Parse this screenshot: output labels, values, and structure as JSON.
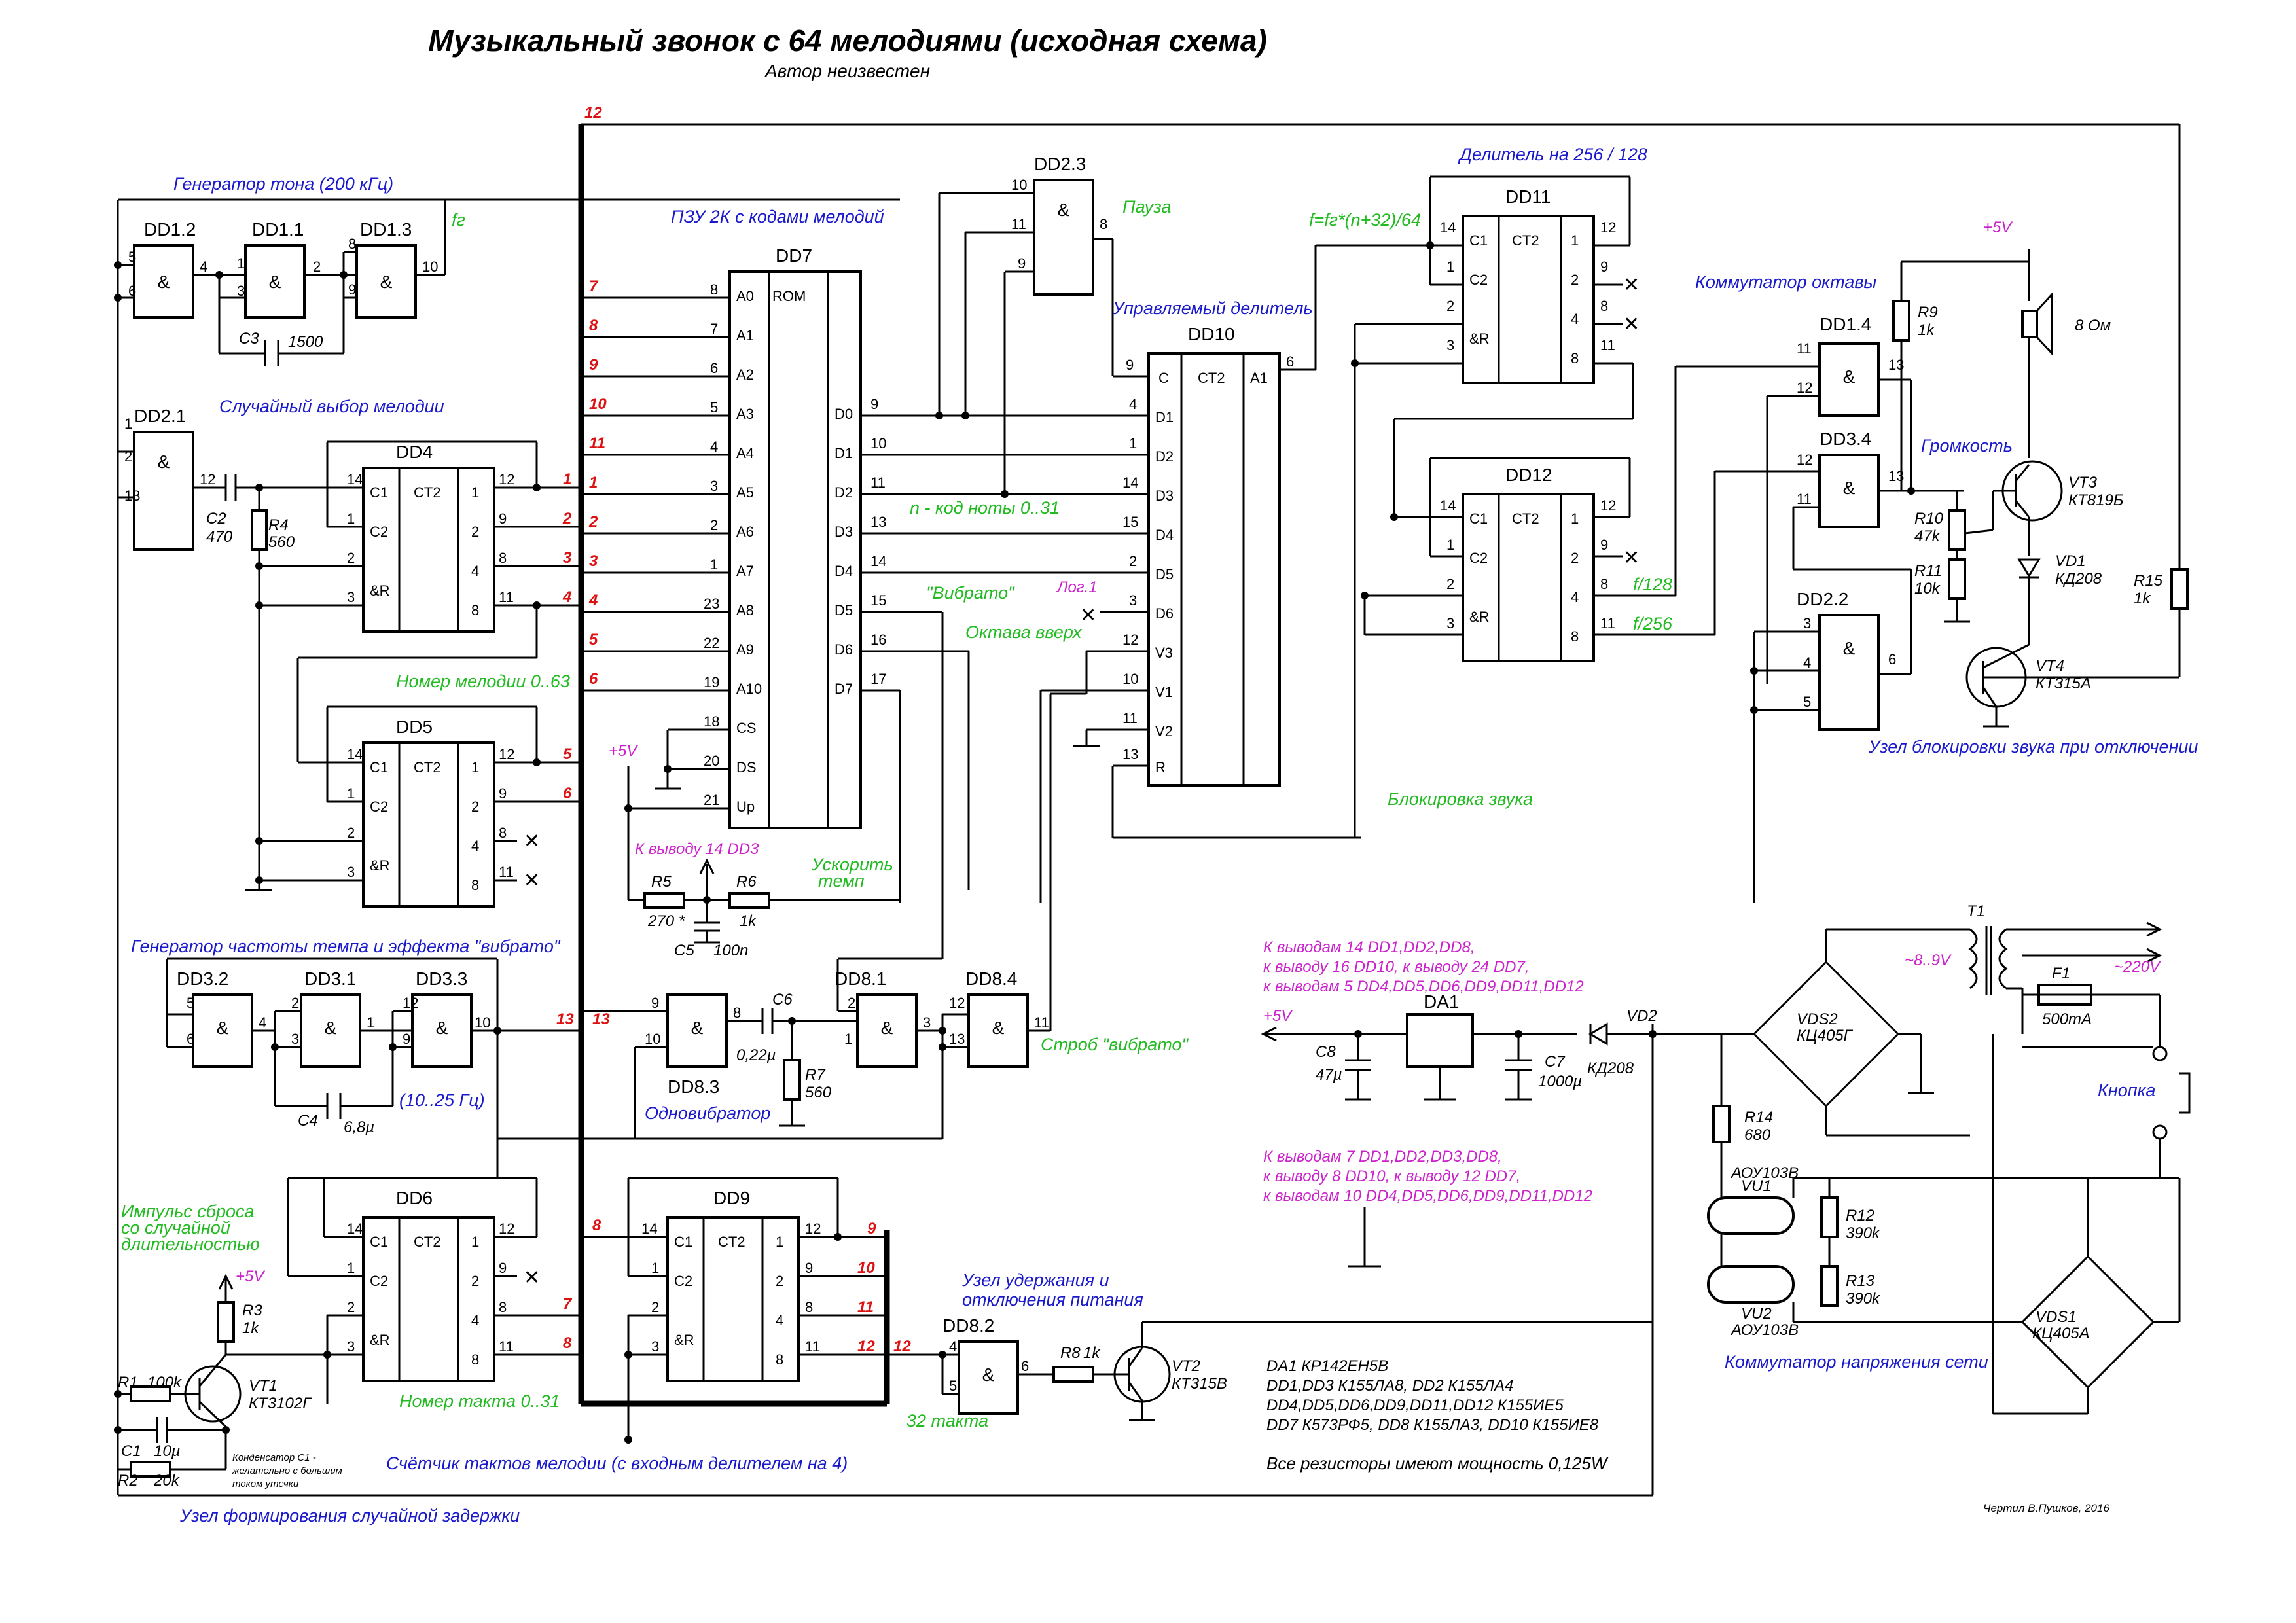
{
  "title": "Музыкальный звонок с 64 мелодиями (исходная схема)",
  "subtitle": "Автор неизвестен",
  "blocks": {
    "tone_gen": "Генератор тона (200 кГц)",
    "random_melody": "Случайный выбор мелодии",
    "rom": "ПЗУ 2К с кодами мелодий",
    "melody_num": "Номер мелодии 0..63",
    "tempo_gen": "Генератор частоты темпа и эффекта \"вибрато\"",
    "tempo_range": "(10..25 Гц)",
    "oneshot": "Одновибратор",
    "reset_pulse": [
      "Импульс сброса",
      "со случайной",
      "длительностью"
    ],
    "beat_num": "Номер такта 0..31",
    "beat_counter": "Счётчик тактов мелодии (с входным делителем на 4)",
    "random_delay": "Узел формирования случайной задержки",
    "hold_node": [
      "Узел удержания и",
      "отключения питания"
    ],
    "beats32": "32 такта",
    "vibrato_strobe": "Строб \"вибрато\"",
    "speedup": [
      "Ускорить",
      "темп"
    ],
    "to_pin14_dd3": "К выводу 14  DD3",
    "pause": "Пауза",
    "controlled_divider": "Управляемый делитель",
    "divider_256": "Делитель на 256 / 128",
    "freq_formula": "f=fг*(n+32)/64",
    "note_code": "n - код ноты 0..31",
    "vibrato": "\"Вибрато\"",
    "octave_up": "Октава вверх",
    "log1": "Лог.1",
    "octave_switch": "Коммутатор октавы",
    "volume": "Громкость",
    "sound_block": "Узел блокировки звука при отключении",
    "sound_mute": "Блокировка звука",
    "mains_switch": "Коммутатор напряжения сети",
    "button": "Кнопка",
    "f128": "f/128",
    "f256": "f/256",
    "fg": "fг"
  },
  "power_notes": {
    "vcc": [
      "К выводам 14 DD1,DD2,DD8,",
      "к выводу 16 DD10, к выводу 24 DD7,",
      "к выводам 5 DD4,DD5,DD6,DD9,DD11,DD12"
    ],
    "gnd": [
      "К выводам 7 DD1,DD2,DD3,DD8,",
      "к выводу 8 DD10, к выводу 12 DD7,",
      "к выводам 10 DD4,DD5,DD6,DD9,DD11,DD12"
    ]
  },
  "parts_list": [
    "DA1  КР142ЕН5В",
    "DD1,DD3  К155ЛА8,  DD2  К155ЛА4",
    "DD4,DD5,DD6,DD9,DD11,DD12  К155ИЕ5",
    "DD7  К573РФ5,  DD8  К155ЛА3,  DD10  К155ИЕ8"
  ],
  "resistor_note": "Все резисторы имеют мощность 0,125W",
  "author_note": "Чертил В.Пушков, 2016",
  "cap_note": [
    "Конденсатор С1 -",
    "желательно с большим",
    "током утечки"
  ],
  "chips": {
    "dd1_2": "DD1.2",
    "dd1_1": "DD1.1",
    "dd1_3": "DD1.3",
    "dd2_1": "DD2.1",
    "dd4": "DD4",
    "dd5": "DD5",
    "dd6": "DD6",
    "dd9": "DD9",
    "dd7": "DD7",
    "dd2_3": "DD2.3",
    "dd10": "DD10",
    "dd11": "DD11",
    "dd12": "DD12",
    "dd1_4": "DD1.4",
    "dd3_4": "DD3.4",
    "dd2_2": "DD2.2",
    "dd3_2": "DD3.2",
    "dd3_1": "DD3.1",
    "dd3_3": "DD3.3",
    "dd8_3": "DD8.3",
    "dd8_1": "DD8.1",
    "dd8_4": "DD8.4",
    "dd8_2": "DD8.2",
    "da1": "DA1"
  },
  "components": {
    "c3": "C3",
    "c3v": "1500",
    "c2": "C2",
    "c2v": "470",
    "r4": "R4",
    "r4v": "560",
    "c4": "C4",
    "c4v": "6,8µ",
    "c6": "C6",
    "c6v": "0,22µ",
    "r7": "R7",
    "r7v": "560",
    "r5": "R5",
    "r5v": "270 *",
    "r6": "R6",
    "r6v": "1k",
    "c5": "C5",
    "c5v": "100n",
    "r3": "R3",
    "r3v": "1k",
    "r1": "R1",
    "r1v": "100k",
    "r2": "R2",
    "r2v": "20k",
    "c1": "C1",
    "c1v": "10µ",
    "vt1": "VT1",
    "vt1v": "КТ3102Г",
    "r8": "R8",
    "r8v": "1k",
    "vt2": "VT2",
    "vt2v": "КТ315В",
    "r9": "R9",
    "r9v": "1k",
    "r10": "R10",
    "r10v": "47k",
    "r11": "R11",
    "r11v": "10k",
    "vt3": "VT3",
    "vt3v": "КТ819Б",
    "vd1": "VD1",
    "vd1v": "КД208",
    "vt4": "VT4",
    "vt4v": "КТ315А",
    "r15": "R15",
    "r15v": "1k",
    "speaker": "8 Ом",
    "c8": "C8",
    "c8v": "47µ",
    "c7": "C7",
    "c7v": "1000µ",
    "vd2": "VD2",
    "vd2v": "КД208",
    "r14": "R14",
    "r14v": "680",
    "vu1": "VU1",
    "vu_type": "АОУ103В",
    "vu2": "VU2",
    "r12": "R12",
    "r12v": "390k",
    "r13": "R13",
    "r13v": "390k",
    "vds1": "VDS1",
    "vds1v": "КЦ405А",
    "vds2": "VDS2",
    "vds2v": "КЦ405Г",
    "t1": "T1",
    "f1": "F1",
    "f1v": "500mA",
    "v89": "~8..9V",
    "v220": "~220V",
    "plus5": "+5V"
  },
  "colors": {
    "blue": "#1a1acc",
    "green": "#22bb22",
    "magenta": "#cc22cc",
    "red": "#dd1111"
  }
}
